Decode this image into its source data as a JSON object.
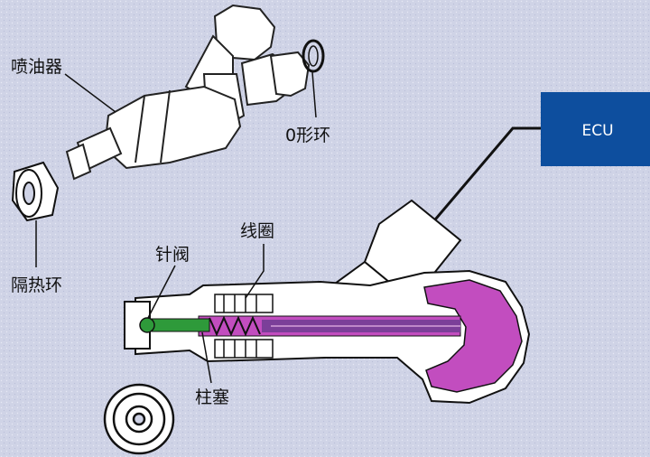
{
  "labels": {
    "injector": "喷油器",
    "o_ring": "0形环",
    "heat_ring": "隔热环",
    "coil": "线圈",
    "needle_valve": "针阀",
    "plunger": "柱塞",
    "ecu": "ECU"
  },
  "colors": {
    "background": "#cfd3e6",
    "ecu_box": "#0d4e9e",
    "magenta": "#c24dbf",
    "purple": "#7b3f99",
    "green": "#2e9a3a",
    "outline": "#111111"
  }
}
